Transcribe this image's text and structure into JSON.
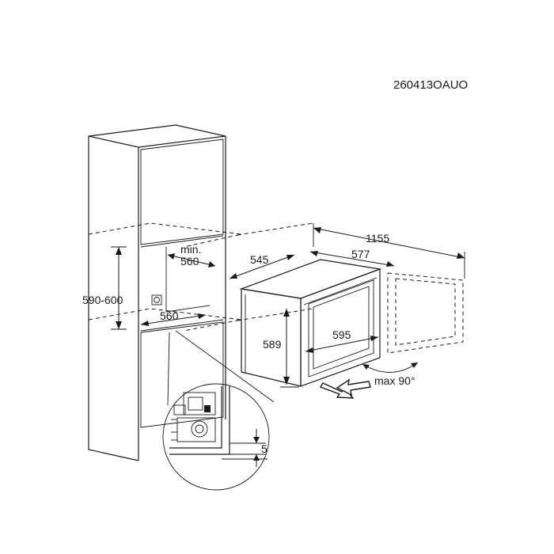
{
  "drawing_code": "260413OAUO",
  "dimensions": {
    "total_width": "1155",
    "depth": "545",
    "appliance_width": "577",
    "niche_depth_prefix": "min.",
    "niche_depth": "560",
    "niche_height": "590-600",
    "niche_width": "560",
    "appliance_height": "589",
    "door_width": "595",
    "door_angle": "max 90°",
    "gap": "5"
  },
  "colors": {
    "ink": "#1a1a1a",
    "background": "#ffffff"
  }
}
